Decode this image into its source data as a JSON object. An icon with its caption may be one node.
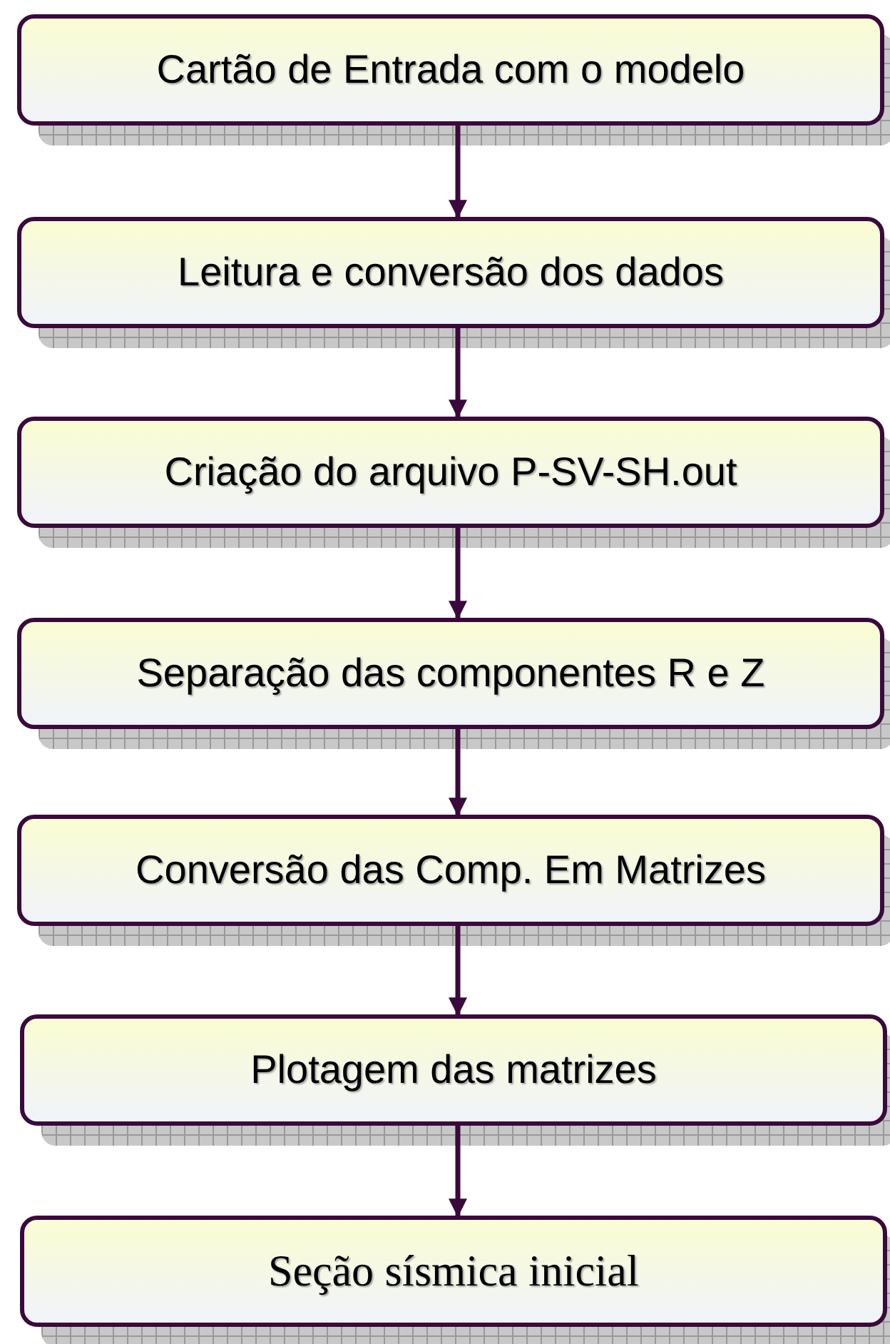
{
  "diagram": {
    "nodes": [
      {
        "text": [
          "Cartão de Entrada com o modelo"
        ]
      },
      {
        "text": [
          "Leitura e conversão dos dados"
        ]
      },
      {
        "text": [
          "Criação do arquivo P-SV-SH.out"
        ]
      },
      {
        "text": [
          "Separação das componentes R e Z"
        ]
      },
      {
        "text": [
          "Conversão das Comp. Em Matrizes"
        ]
      },
      {
        "text": [
          "Plotagem das matrizes"
        ]
      },
      {
        "text": [
          "Seção sísmica inicial"
        ]
      }
    ],
    "edges": [
      {
        "from": 0,
        "to": 1,
        "arrow": "to"
      },
      {
        "from": 1,
        "to": 2,
        "arrow": "to"
      },
      {
        "from": 2,
        "to": 3,
        "arrow": "to"
      },
      {
        "from": 3,
        "to": 4,
        "arrow": "to"
      },
      {
        "from": 4,
        "to": 5,
        "arrow": "to"
      },
      {
        "from": 5,
        "to": 6,
        "arrow": "to"
      }
    ]
  }
}
